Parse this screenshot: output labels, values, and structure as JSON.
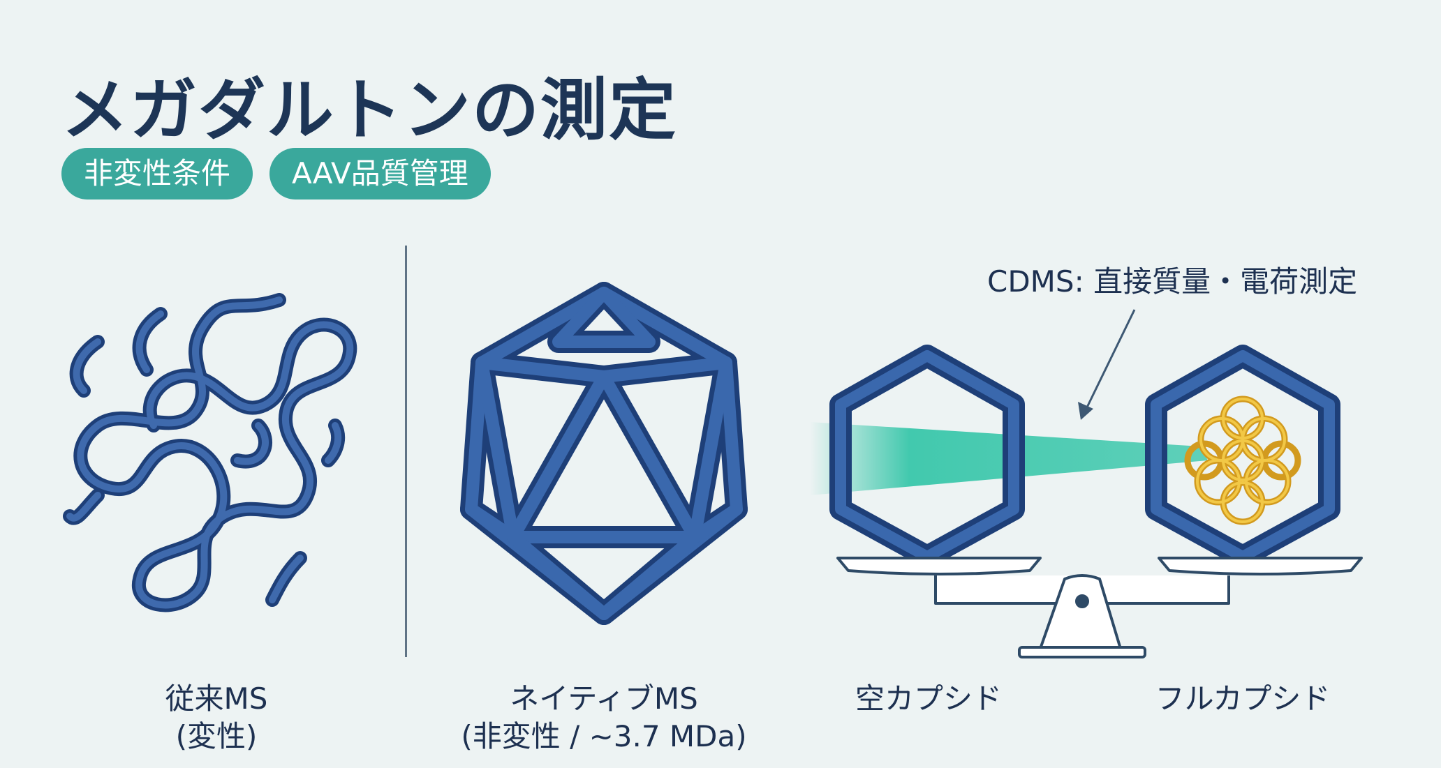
{
  "title": "メガダルトンの測定",
  "tags": [
    "非変性条件",
    "AAV品質管理"
  ],
  "annotation": "CDMS: 直接質量・電荷測定",
  "labels": {
    "conventional_line1": "従来MS",
    "conventional_line2": "(変性)",
    "native_line1": "ネイティブMS",
    "native_line2": "(非変性 / ~3.7 MDa)",
    "empty_capsid": "空カプシド",
    "full_capsid": "フルカプシド"
  },
  "colors": {
    "background": "#edf3f3",
    "title": "#1d3556",
    "tag": "#3aa89c",
    "structure": "#2e5796",
    "beam": "#2fc4a6",
    "genome": "#e2ad2a"
  }
}
